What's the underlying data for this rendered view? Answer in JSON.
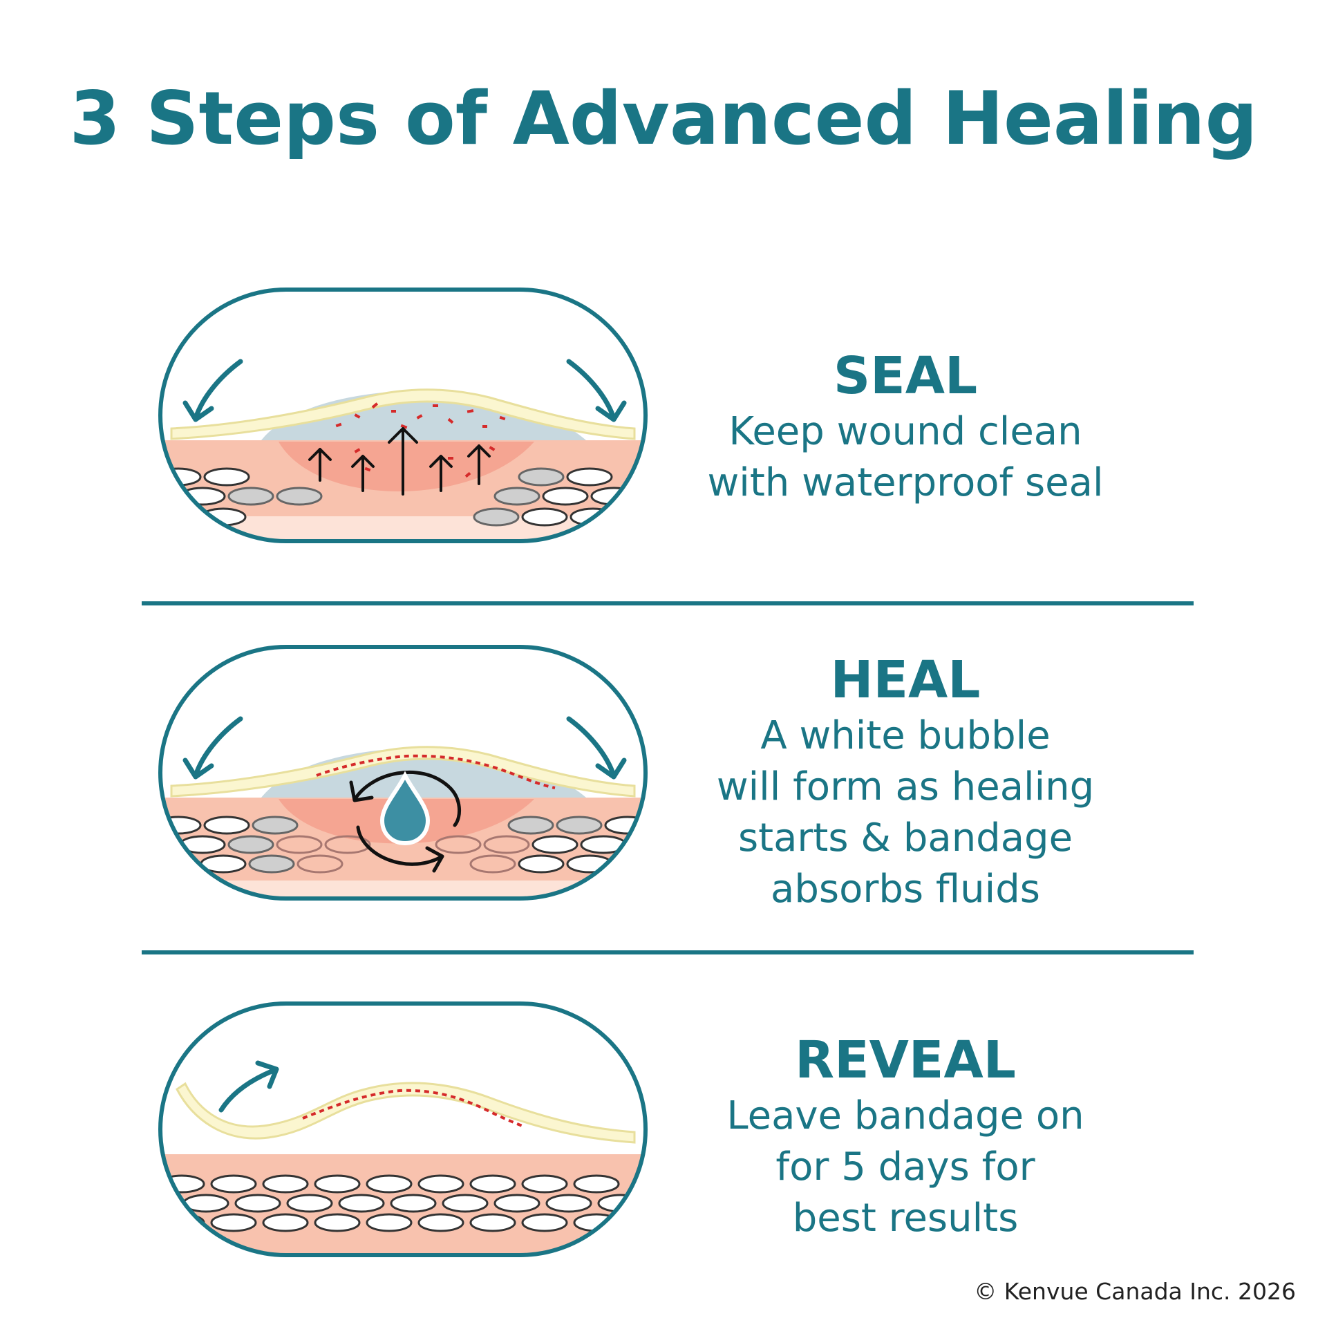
{
  "title": "3 Steps of Advanced Healing",
  "colors": {
    "teal": "#1a7585",
    "bandage": "#fbf6d0",
    "bandage_edge": "#e8df9c",
    "wound_gel": "#c7d8df",
    "skin_top": "#f8c2ae",
    "skin_wound": "#f5a592",
    "skin_bottom": "#fde3d8",
    "blood": "#d52a2a",
    "cell_dark": "#333333",
    "cell_grey": "#cfcfcf",
    "droplet": "#3d8fa3"
  },
  "steps": [
    {
      "title": "SEAL",
      "description": [
        "Keep wound clean",
        "with waterproof seal"
      ],
      "icons": [
        "arrows-press-down-icon",
        "arrows-up-icon"
      ]
    },
    {
      "title": "HEAL",
      "description": [
        "A white bubble",
        "will form as healing",
        "starts & bandage",
        "absorbs fluids"
      ],
      "icons": [
        "arrows-press-down-icon",
        "cycle-arrows-icon",
        "water-drop-icon"
      ]
    },
    {
      "title": "REVEAL",
      "description": [
        "Leave bandage on",
        "for 5 days for",
        "best results"
      ],
      "icons": [
        "peel-arrow-icon"
      ]
    }
  ],
  "footer": "© Kenvue Canada Inc. 2026"
}
